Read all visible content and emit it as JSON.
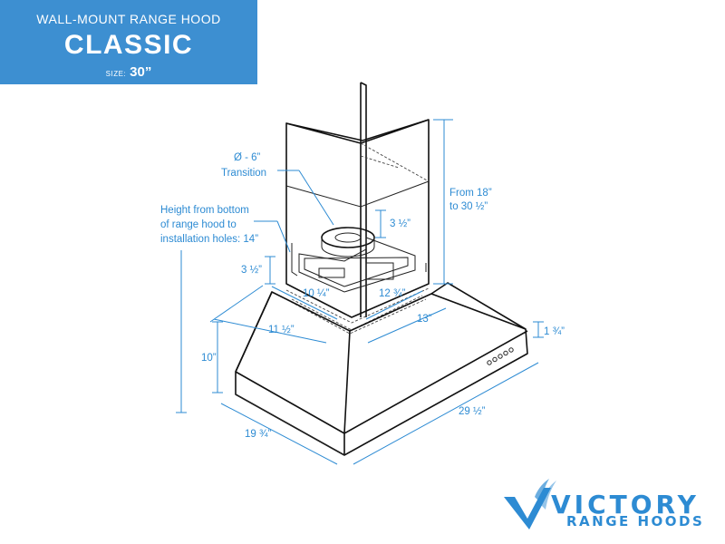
{
  "header": {
    "subtitle": "WALL-MOUNT RANGE HOOD",
    "title": "CLASSIC",
    "size_label": "SIZE:",
    "size_value": "30”",
    "background_color": "#3d8fd1"
  },
  "dimensions": {
    "transition": "Ø - 6”",
    "transition_label": "Transition",
    "height_line1": "Height from bottom",
    "height_line2": "of range hood to",
    "height_line3": "installation holes: 14”",
    "chimney_line1": "From 18”",
    "chimney_line2": "to 30 ½”",
    "vent_height": "3 ½”",
    "bracket_height": "3 ½”",
    "bracket_left": "10 ¼”",
    "bracket_right": "12 ¾”",
    "top_left": "11 ½”",
    "top_right": "13”",
    "body_height": "10”",
    "front_height": "1 ¾”",
    "depth": "19 ¾”",
    "width": "29 ½”"
  },
  "logo": {
    "line1": "VICTORY",
    "line2": "RANGE HOODS",
    "color": "#2d8bd3"
  }
}
